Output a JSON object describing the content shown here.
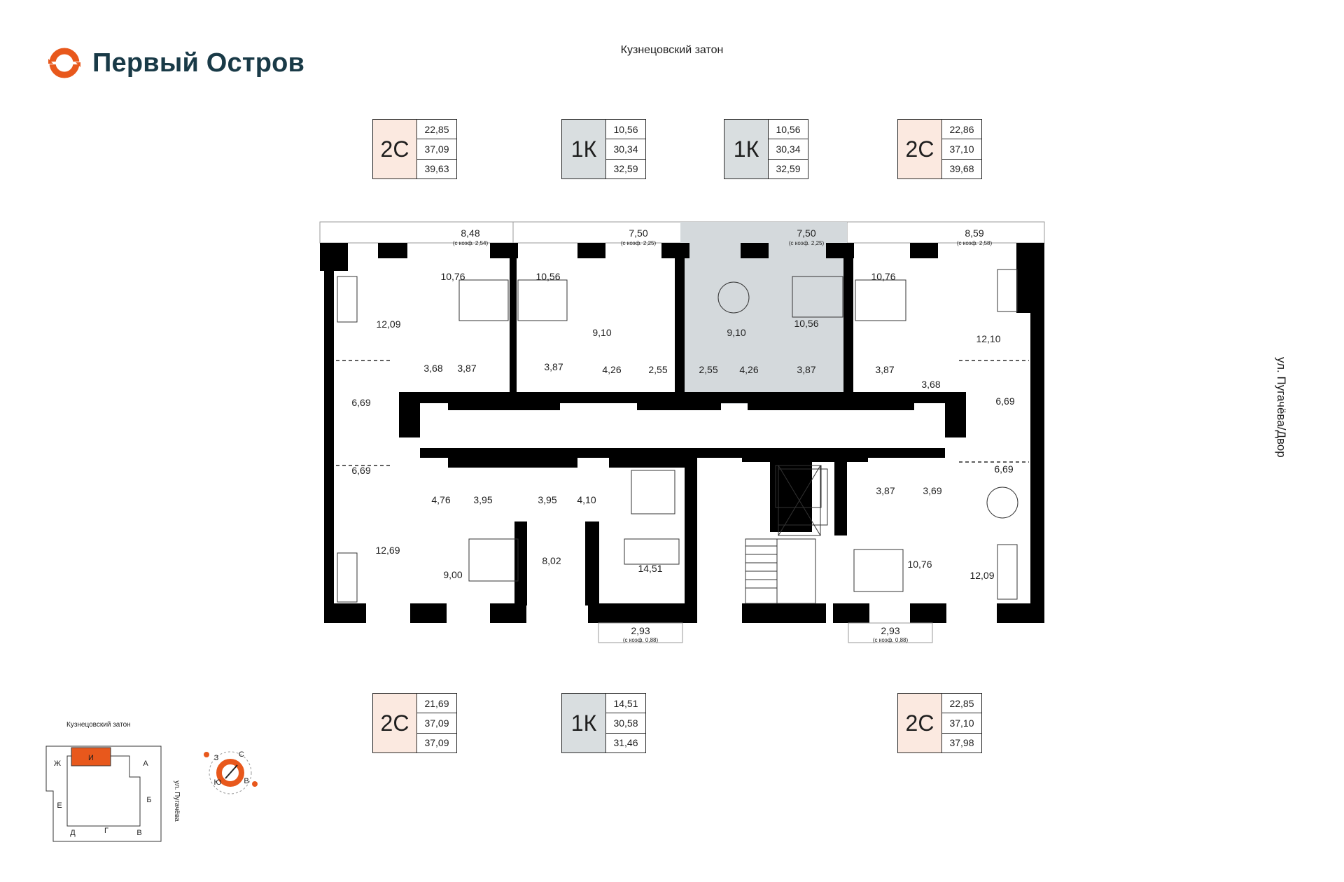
{
  "brand": {
    "name": "Первый Остров",
    "logo_icon": "ring-logo-icon",
    "accent": "#e8581c",
    "text_color": "#193a47"
  },
  "labels": {
    "top_street": "Кузнецовский затон",
    "right_street": "ул. Пугачёва/Двор"
  },
  "colors": {
    "apt_2c": "#fbe9e0",
    "apt_1k": "#d9dee0",
    "wall": "#000000",
    "highlight": "#d4d9dc"
  },
  "cards_top": [
    {
      "type": "2С",
      "values": [
        "22,85",
        "37,09",
        "39,63"
      ]
    },
    {
      "type": "1К",
      "values": [
        "10,56",
        "30,34",
        "32,59"
      ]
    },
    {
      "type": "1К",
      "values": [
        "10,56",
        "30,34",
        "32,59"
      ]
    },
    {
      "type": "2С",
      "values": [
        "22,86",
        "37,10",
        "39,68"
      ]
    }
  ],
  "cards_bottom": [
    {
      "type": "2С",
      "values": [
        "21,69",
        "37,09",
        "37,09"
      ]
    },
    {
      "type": "1К",
      "values": [
        "14,51",
        "30,58",
        "31,46"
      ]
    },
    {
      "type": "2С",
      "values": [
        "22,85",
        "37,10",
        "37,98"
      ]
    }
  ],
  "balconies_top": [
    {
      "area": "8,48",
      "note": "(с коэф. 2,54)"
    },
    {
      "area": "7,50",
      "note": "(с коэф. 2,25)"
    },
    {
      "area": "7,50",
      "note": "(с коэф. 2,25)"
    },
    {
      "area": "8,59",
      "note": "(с коэф. 2,58)"
    }
  ],
  "balconies_bottom": [
    {
      "area": "2,93",
      "note": "(с коэф. 0,88)"
    },
    {
      "area": "2,93",
      "note": "(с коэф. 0,88)"
    }
  ],
  "room_areas": [
    "12,09",
    "10,76",
    "3,68",
    "3,87",
    "6,69",
    "10,56",
    "3,87",
    "9,10",
    "4,26",
    "2,55",
    "2,55",
    "9,10",
    "4,26",
    "10,56",
    "3,87",
    "10,76",
    "3,87",
    "3,68",
    "12,10",
    "6,69",
    "6,69",
    "4,76",
    "3,95",
    "3,95",
    "4,10",
    "12,69",
    "9,00",
    "8,02",
    "14,51",
    "3,87",
    "3,69",
    "6,69",
    "10,76",
    "12,09"
  ],
  "minimap": {
    "street_top": "Кузнецовский затон",
    "street_right": "ул. Пугачёва",
    "sections": [
      "Ж",
      "И",
      "А",
      "Е",
      "Б",
      "Д",
      "Г",
      "В"
    ],
    "highlight_section": "И",
    "compass": [
      "С",
      "З",
      "Ю",
      "В"
    ]
  }
}
